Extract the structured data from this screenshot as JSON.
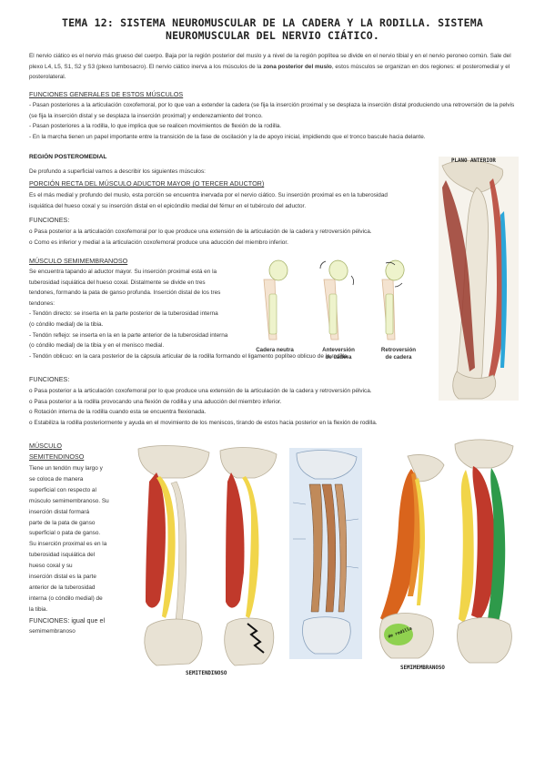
{
  "title": {
    "line1": "TEMA 12: SISTEMA NEUROMUSCULAR DE LA CADERA Y LA RODILLA. SISTEMA",
    "line2": "NEUROMUSCULAR DEL NERVIO CIÁTICO."
  },
  "intro": {
    "p1_a": "El nervio ciático es el nervio más grueso del cuerpo. Baja por la región posterior del muslo y a nivel de la región poplítea se divide en el nervio tibial y en el nervio peroneo común. Sale del plexo L4, L5, S1, S2 y S3 (plexo lumbosacro). El nervio ciático inerva a los músculos de la ",
    "p1_bold": "zona posterior del muslo",
    "p1_b": ", estos músculos se organizan en dos regiones: el posteromedial y el posterolateral."
  },
  "functions_general": {
    "heading": "FUNCIONES GENERALES DE ESTOS MÚSCULOS",
    "items": [
      "- Pasan posteriores a la articulación coxofemoral, por lo que van a extender la cadera (se fija la inserción proximal y se desplaza la inserción distal produciendo una retroversión de la pelvis (se fija la inserción distal y se desplaza la inserción proximal) y enderezamiento del tronco.",
      "- Pasan posteriores a la rodilla, lo que implica que se realicen movimientos de  flexión de la rodilla.",
      "- En la marcha tienen un papel importante entre la transición de la fase de oscilación y la de apoyo inicial, impidiendo que el tronco bascule hacia delante."
    ]
  },
  "region": {
    "heading": "REGIÓN POSTEROMEDIAL",
    "intro": "De profundo a superficial vamos a describir los siguientes músculos:"
  },
  "adductor": {
    "heading": "PORCIÓN RECTA DEL MÚSCULO ADUCTOR MAYOR (O TERCER ADUCTOR)",
    "text": "Es el más medial y profundo del muslo, esta porción se encuentra inervada por el nervio ciático. Su inserción proximal es en la tuberosidad isquiática del hueso coxal y su inserción distal en el epicóndilo medial del fémur en el tubérculo del aductor.",
    "functions_label": "FUNCIONES:",
    "functions": [
      "o Pasa posterior a la articulación coxofemoral por lo que produce una extensión de la articulación de la cadera y retroversión pélvica.",
      "o Como es inferior y medial a la articulación coxofemoral produce una aducción del miembro inferior."
    ]
  },
  "semimembranoso": {
    "heading": "MÚSCULO SEMIMEMBRANOSO",
    "text": [
      "Se encuentra tapando al aductor mayor. Su inserción proximal está en la",
      "tuberosidad isquiática del hueso coxal. Distalmente se divide en tres",
      "tendones, formando la pata de ganso profunda. Inserción distal de los  tres",
      "tendones:",
      "- Tendón directo: se inserta en la parte posterior de la tuberosidad interna",
      "(o cóndilo medial) de la tibia.",
      "- Tendón reflejo: se inserta en la en la parte anterior de la tuberosidad interna",
      "(o cóndilo medial) de la tibia y en el menisco medial.",
      "- Tendón oblicuo: en la cara posterior de la cápsula articular de la rodilla formando el ligamento poplíteo oblicuo de la rodilla."
    ],
    "functions_label": "FUNCIONES:",
    "functions": [
      "o Pasa posterior a la articulación coxofemoral por lo que produce una extensión de la articulación de la cadera y retroversión pélvica.",
      "o Pasa posterior a la rodilla provocando una flexión de rodilla y una aducción del miembro inferior.",
      "o Rotación interna de la rodilla cuando esta se encuentra flexionada.",
      "o Estabiliza la rodilla posteriormente y ayuda en el movimiento de los meniscos, tirando de estos hacia posterior en la flexión de rodilla."
    ]
  },
  "semitendinoso": {
    "heading1": "MÚSCULO",
    "heading2": "SEMITENDINOSO",
    "text": [
      "Tiene un tendón muy largo y",
      "se coloca de manera",
      "superficial con respecto al",
      "músculo semimembranoso. Su",
      "inserción distal formará",
      "parte de la pata de ganso",
      "superficial o pata de ganso.",
      "Su inserción proximal es en la",
      "tuberosidad isquiática del",
      "hueso coxal y su",
      "inserción distal es la parte",
      "anterior de la tuberosidad",
      "interna (o cóndilo medial) de",
      "la tibia."
    ],
    "functions_line1": "FUNCIONES: igual que el",
    "functions_line2": "semimembranoso"
  },
  "figures": {
    "plano_label": "PLANO ANTERIOR",
    "pelvis_captions": [
      [
        "Cadera neutra"
      ],
      [
        "Anteversión",
        "de cadera"
      ],
      [
        "Retroversión",
        "de cadera"
      ]
    ],
    "semitendinoso_caption": "SEMITENDINOSO",
    "semimembranoso_caption": "SEMIMEMBRANOSO",
    "tibia_note": "de rodilla",
    "colors": {
      "muscle_red": "#c0392b",
      "muscle_orange": "#d9641c",
      "tendon_yellow": "#f1d54a",
      "muscle_green": "#2e9a4a",
      "bone": "#e8e2d4",
      "nerve_blue": "#2ba6d9"
    }
  }
}
